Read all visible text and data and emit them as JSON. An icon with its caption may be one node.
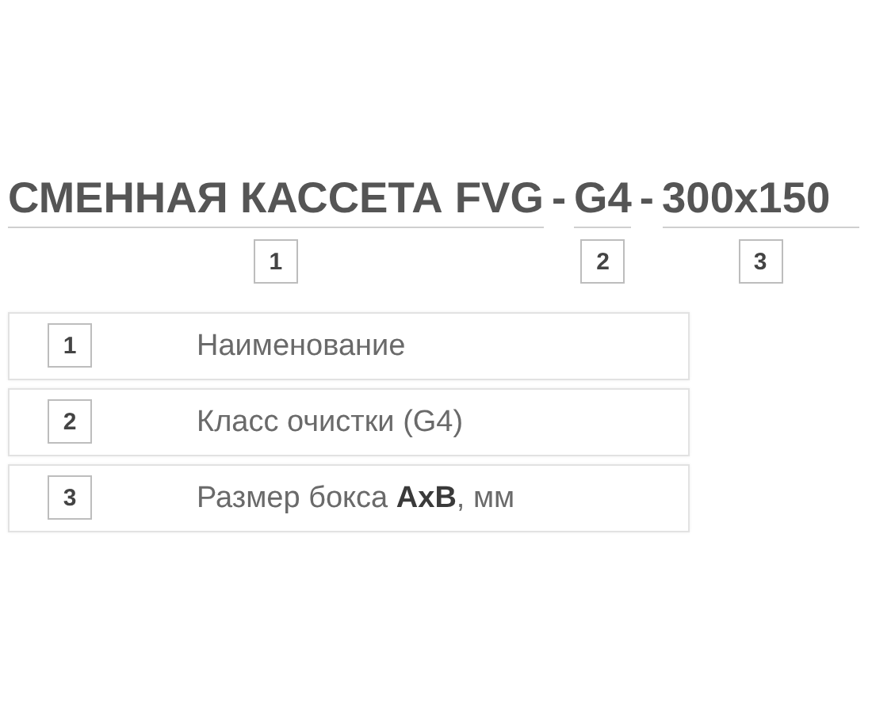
{
  "diagram": {
    "nodes": [
      {
        "text": [
          "1"
        ]
      },
      {
        "text": [
          "2"
        ]
      },
      {
        "text": [
          "3"
        ]
      },
      {
        "text": [
          "Наименование"
        ]
      },
      {
        "text": [
          "1"
        ],
        "in": 3
      },
      {
        "text": [
          "Класс очистки (G4)"
        ]
      },
      {
        "text": [
          "2"
        ],
        "in": 5
      },
      {
        "text": [
          "Размер бокса **AxB**, мм"
        ]
      },
      {
        "text": [
          "3"
        ],
        "in": 7
      }
    ],
    "labels": [
      "СМЕННАЯ КАССЕТА FVG",
      "-",
      "G4",
      "-",
      "300x150"
    ]
  }
}
